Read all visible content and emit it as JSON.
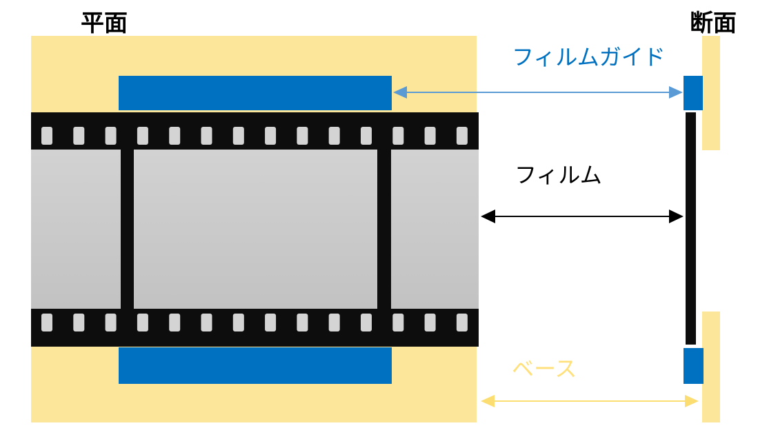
{
  "titles": {
    "plan": "平面",
    "section": "断面"
  },
  "labels": {
    "film_guide": "フィルムガイド",
    "film": "フィルム",
    "base": "ベース"
  },
  "colors": {
    "base": "#FCE69A",
    "film_guide": "#0070C0",
    "film_frame": "#C8C8C8",
    "film_strip": "#0D0D0D",
    "sprocket": "#D4D4D4",
    "guide_arrow": "#5B9BD5",
    "film_arrow": "#000000",
    "base_arrow": "#FCDD72",
    "guide_label": "#0070C0",
    "film_label": "#000000",
    "base_label": "#FFE07A"
  }
}
